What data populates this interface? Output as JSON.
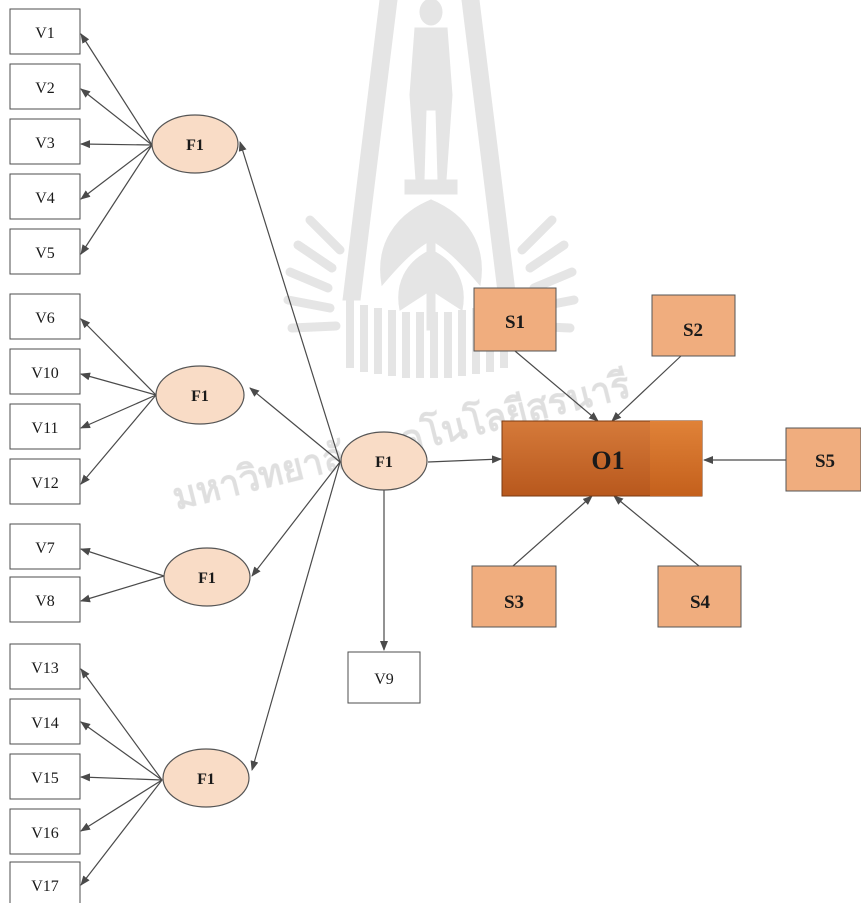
{
  "watermark": {
    "icon": "university-seal-watermark",
    "text": "มหาวิทยาลัยเทคโนโลยีสุรนารี"
  },
  "diagram": {
    "observed_left": {
      "v1": "V1",
      "v2": "V2",
      "v3": "V3",
      "v4": "V4",
      "v5": "V5",
      "v6": "V6",
      "v10": "V10",
      "v11": "V11",
      "v12": "V12",
      "v7": "V7",
      "v8": "V8",
      "v13": "V13",
      "v14": "V14",
      "v15": "V15",
      "v16": "V16",
      "v17": "V17"
    },
    "observed_bottom": {
      "v9": "V9"
    },
    "factors": {
      "f_a": "F1",
      "f_b": "F1",
      "f_c": "F1",
      "f_d": "F1",
      "f_main": "F1"
    },
    "outcome": {
      "label": "O1",
      "color": "#c96a2a"
    },
    "sources": {
      "s1": "S1",
      "s2": "S2",
      "s3": "S3",
      "s4": "S4",
      "s5": "S5"
    },
    "colors": {
      "factor_fill": "#f9dcc6",
      "source_fill": "#f0ad7e",
      "outcome_fill": "#c96a2a",
      "outcome_highlight": "#d9792f"
    }
  }
}
